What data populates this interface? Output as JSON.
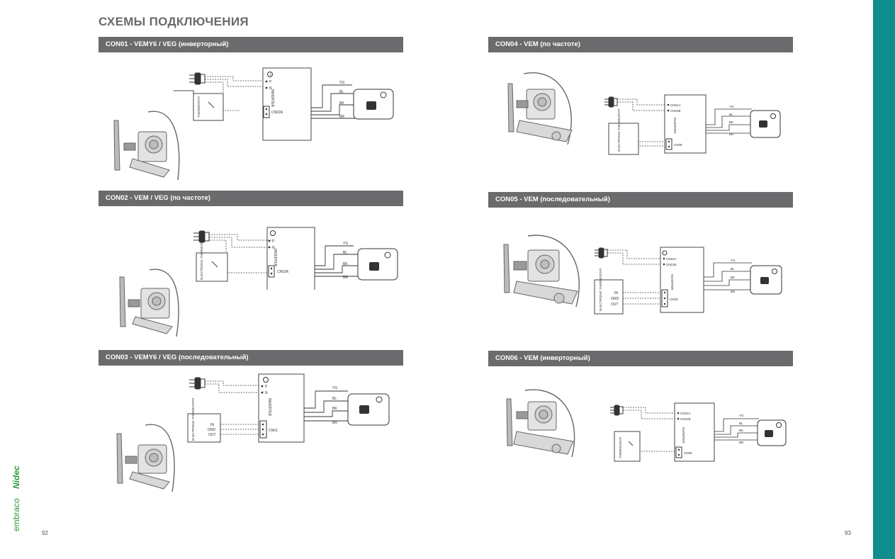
{
  "page": {
    "title": "СХЕМЫ ПОДКЛЮЧЕНИЯ",
    "page_left": "92",
    "page_right": "93"
  },
  "brand": {
    "embraco": "embraco",
    "nidec": "Nidec",
    "color": "#2b9a3a",
    "strip_color": "#0e8e8c"
  },
  "sections": {
    "con01": "CON01 - VEMY6 / VEG (инверторный)",
    "con02": "CON02 - VEM / VEG (по частоте)",
    "con03": "CON03 - VEMY6 / VEG (последовательный)",
    "con04": "CON04 - VEM (по частоте)",
    "con05": "CON05 - VEM (последовательный)",
    "con06": "CON06 - VEM (инверторный)"
  },
  "labels": {
    "inverter": "INVERTER",
    "yg": "YG",
    "bl": "BL",
    "bk": "BK",
    "br": "BR",
    "p": "P",
    "n": "N",
    "cn02a": "CN02A",
    "cn01": "CN01",
    "cn01a": "CN01A",
    "cn01b": "CN01B",
    "cn08": "CN08",
    "thermostat": "THERMOSTAT",
    "electronic_thermostat": "ELECTRONIC THERMOSTAT",
    "in": "IN",
    "gnd": "GND",
    "out": "OUT"
  }
}
